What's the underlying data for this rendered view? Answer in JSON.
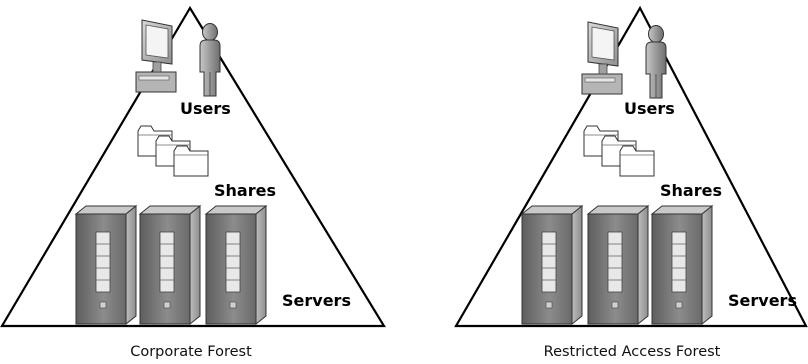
{
  "forests": [
    {
      "caption": "Corporate Forest",
      "labels": {
        "users": "Users",
        "shares": "Shares",
        "servers": "Servers"
      }
    },
    {
      "caption": "Restricted Access Forest",
      "labels": {
        "users": "Users",
        "shares": "Shares",
        "servers": "Servers"
      }
    }
  ],
  "icons": [
    "computer-icon",
    "person-icon",
    "folder-icon",
    "server-tower-icon"
  ],
  "colors": {
    "outline": "#000000",
    "server_body": "#8a8a8a",
    "folder_fill": "#ffffff",
    "person_fill": "#9a9a9a"
  }
}
